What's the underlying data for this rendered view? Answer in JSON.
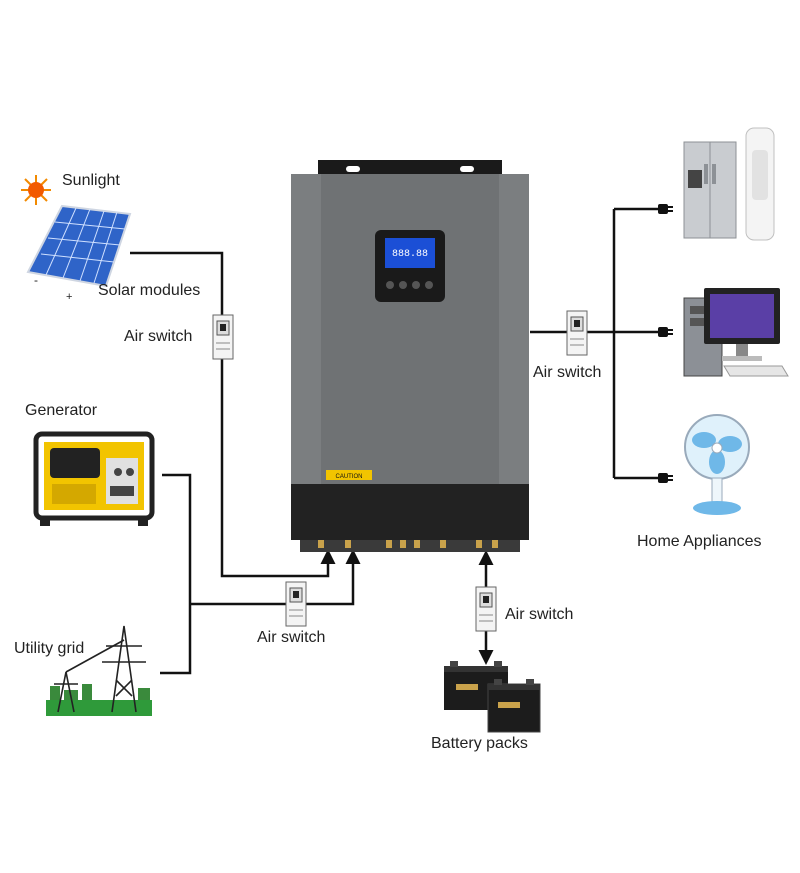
{
  "labels": {
    "sunlight": "Sunlight",
    "solar_modules": "Solar modules",
    "generator": "Generator",
    "utility_grid": "Utility grid",
    "home_appliances": "Home Appliances",
    "battery_packs": "Battery packs",
    "air_switch_solar": "Air switch",
    "air_switch_ac_in": "Air switch",
    "air_switch_ac_out": "Air switch",
    "air_switch_battery": "Air switch"
  },
  "inverter": {
    "caution": "CAUTION",
    "screen_text": "888.88"
  },
  "icons": {
    "sun": "sun-icon",
    "solar_panel": "solar-panel-icon",
    "generator": "generator-icon",
    "power_tower": "power-tower-icon",
    "fridge": "fridge-icon",
    "air_conditioner": "tower-ac-icon",
    "computer": "computer-icon",
    "fan": "fan-icon",
    "battery": "battery-icon",
    "breaker": "breaker-icon",
    "plug": "plug-icon"
  },
  "colors": {
    "wire": "#111111",
    "inverter_body": "#6f7274",
    "inverter_bottom": "#222222",
    "lcd": "#1b4fd6",
    "solar_blue": "#2f64c8",
    "generator_yellow": "#f2c400",
    "grass_green": "#2f9a3a",
    "fan_blue": "#6fb8e8"
  }
}
